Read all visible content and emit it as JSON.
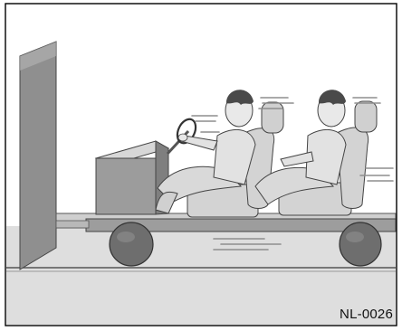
{
  "figure": {
    "code": "NL-0026",
    "subjects": [
      "driver",
      "front-passenger"
    ],
    "colors": {
      "frame": "#000000",
      "floor": "#dcdcdc",
      "wall": "#9a9a9a",
      "sled_platform": "#d6d6d6",
      "seat": "#d2d2d2",
      "wheel": "#707070",
      "body_tone": "#e6e6e6",
      "hair": "#4a4a4a",
      "speed_lines": "#8e8e8e"
    }
  }
}
